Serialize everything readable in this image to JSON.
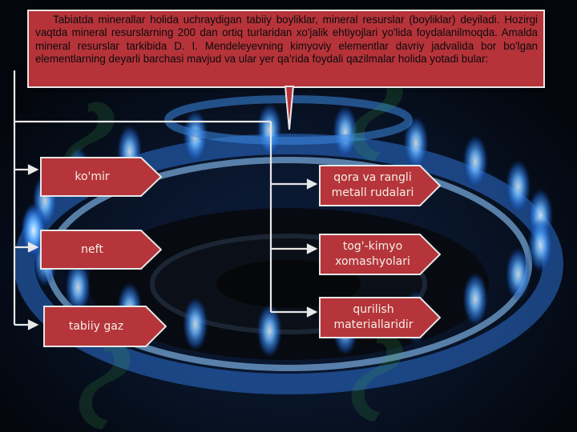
{
  "callout": {
    "text": "Tabiatda minerallar holida uchraydigan tabiiy boyliklar, mineral resurslar (boyliklar) deyiladi. Hozirgi vaqtda mineral resurslarning 200 dan ortiq turlaridan xo'jalik ehtiyojlari yo'lida foydalanilmoqda. Amalda mineral resurslar tarkibida D. I. Mendeleyevning kimyoviy elementlar davriy jadvalida bor bo'lgan elementlarning deyarli barchasi mavjud va ular yer qa'rida foydali qazilmalar holida yotadi bular:"
  },
  "left_items": [
    "ko'mir",
    "neft",
    "tabiiy gaz"
  ],
  "right_items": [
    "qora va rangli metall rudalari",
    "tog'-kimyo xomashyolari",
    "qurilish materiallaridir"
  ],
  "colors": {
    "box_fill": "#b5353b",
    "box_border": "#e6e6e6",
    "line": "#e8e8e8",
    "flame": "#2f7fd6"
  }
}
